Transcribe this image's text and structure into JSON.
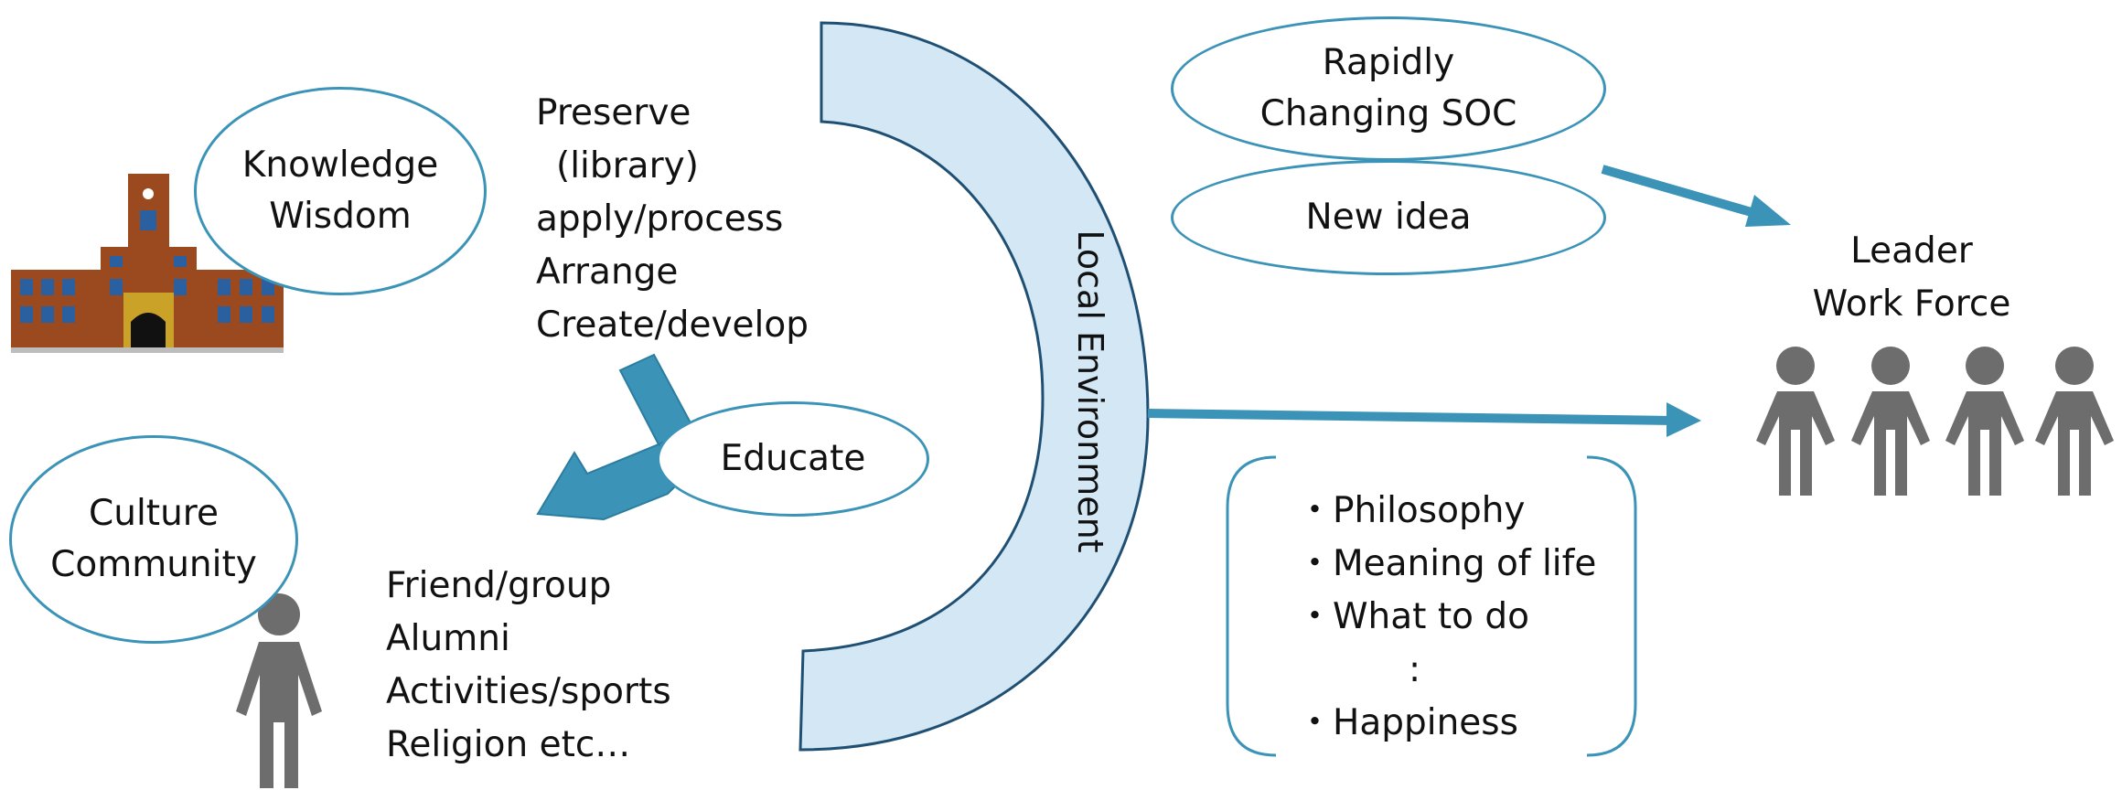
{
  "university": {
    "ellipse": [
      "Knowledge",
      "Wisdom"
    ],
    "functions": [
      "Preserve",
      "(library)",
      "apply/process",
      "Arrange",
      "Create/develop"
    ]
  },
  "educate_label": "Educate",
  "community": {
    "ellipse": [
      "Culture",
      "Community"
    ],
    "items": [
      "Friend/group",
      "Alumni",
      "Activities/sports",
      "Religion etc…"
    ]
  },
  "local_environment": "Local Environment",
  "soc_ellipse": [
    "Rapidly",
    "Changing SOC"
  ],
  "new_idea": "New idea",
  "leader": [
    "Leader",
    "Work Force"
  ],
  "values_list": [
    "・Philosophy",
    "・Meaning of life",
    "・What to do",
    ":",
    "・Happiness"
  ],
  "colors": {
    "accent": "#3b93b7",
    "band_fill": "#d4e7f5",
    "person": "#6d6d6d",
    "building": "#9a4a1e",
    "window": "#2a5fa0"
  }
}
